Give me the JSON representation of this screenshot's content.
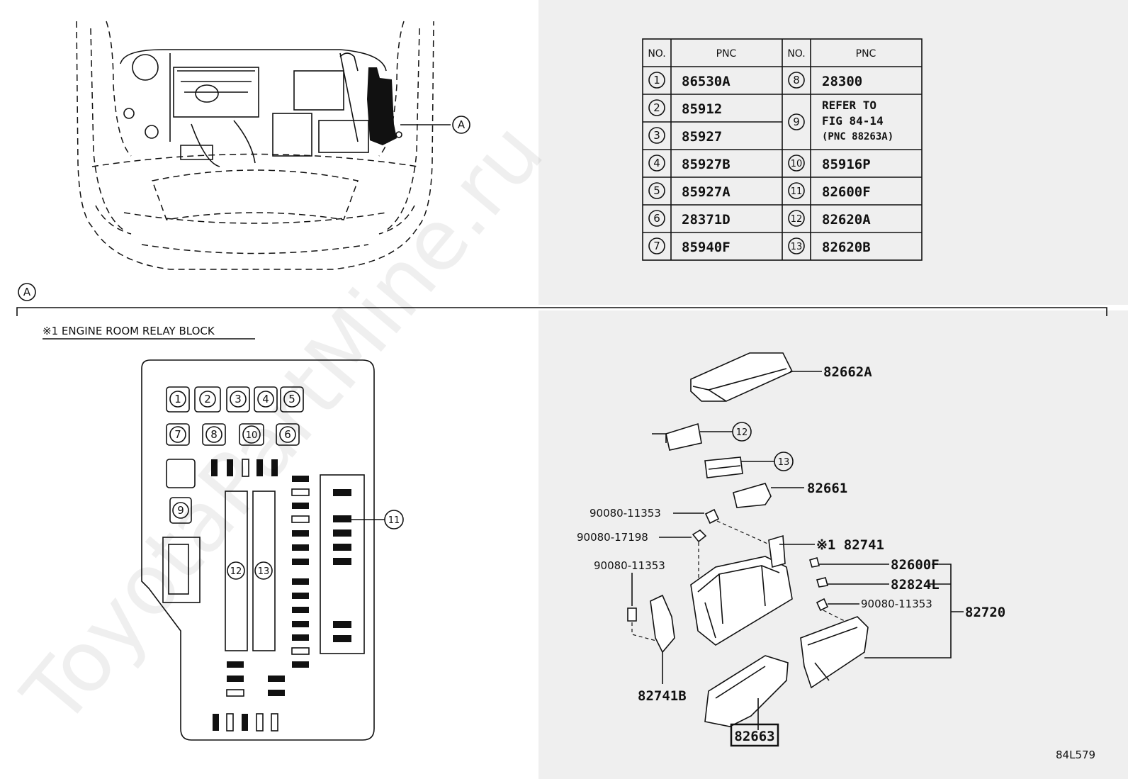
{
  "pnc_table": {
    "headers": {
      "no": "NO.",
      "pnc": "PNC"
    },
    "rows": [
      {
        "no": "1",
        "pnc": "86530A"
      },
      {
        "no": "2",
        "pnc": "85912"
      },
      {
        "no": "3",
        "pnc": "85927"
      },
      {
        "no": "4",
        "pnc": "85927B"
      },
      {
        "no": "5",
        "pnc": "85927A"
      },
      {
        "no": "6",
        "pnc": "28371D"
      },
      {
        "no": "7",
        "pnc": "85940F"
      },
      {
        "no": "8",
        "pnc": "28300"
      },
      {
        "no": "9",
        "pnc_lines": [
          "REFER TO",
          "FIG 84-14",
          "(PNC 88263A)"
        ]
      },
      {
        "no": "10",
        "pnc": "85916P"
      },
      {
        "no": "11",
        "pnc": "82600F"
      },
      {
        "no": "12",
        "pnc": "82620A"
      },
      {
        "no": "13",
        "pnc": "82620B"
      }
    ]
  },
  "callout_letter": "A",
  "relay_block_title": "※1 ENGINE ROOM RELAY BLOCK",
  "relay_block_slots": {
    "row1": [
      "1",
      "2",
      "3",
      "4",
      "5"
    ],
    "row2": [
      "7",
      "8",
      "10",
      "6"
    ],
    "single": "9",
    "strips": [
      "12",
      "13"
    ],
    "side": "11"
  },
  "parts": {
    "cover": "82662A",
    "item12": "12",
    "item13": "13",
    "bracket": "82661",
    "bolt_a": "90080-11353",
    "nut": "90080-17198",
    "block": "※1 82741",
    "fuse1": "82600F",
    "fuse2": "82824L",
    "bolt_b": "90080-11353",
    "assembly": "82720",
    "bolt_c": "90080-11353",
    "lower_bracket": "82741B",
    "lower_cover": "82663"
  },
  "watermark": "ToyotaPartMine.ru",
  "figure_code": "84L579"
}
